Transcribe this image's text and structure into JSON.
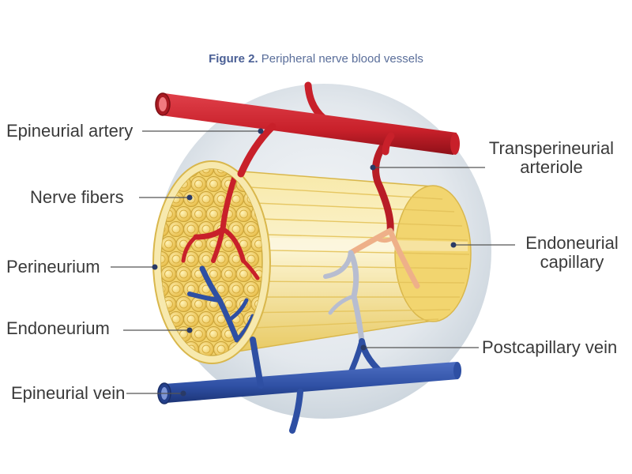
{
  "caption": {
    "prefix": "Figure 2.",
    "text": "Peripheral nerve blood vessels"
  },
  "labels": {
    "epineurial_artery": "Epineurial artery",
    "nerve_fibers": "Nerve fibers",
    "perineurium": "Perineurium",
    "endoneurium": "Endoneurium",
    "epineurial_vein": "Epineurial vein",
    "transperineurial_arteriole_line1": "Transperineurial",
    "transperineurial_arteriole_line2": "arteriole",
    "endoneurial_capillary_line1": "Endoneurial",
    "endoneurial_capillary_line2": "capillary",
    "postcapillary_vein": "Postcapillary vein"
  },
  "colors": {
    "artery": "#c8202a",
    "vein": "#2e4fa3",
    "nerve": "#f3d978",
    "perineurium": "#f6e7a6",
    "background_circle": "#dfe5ea",
    "leader_line": "#555555",
    "caption": "#4a5f95"
  }
}
